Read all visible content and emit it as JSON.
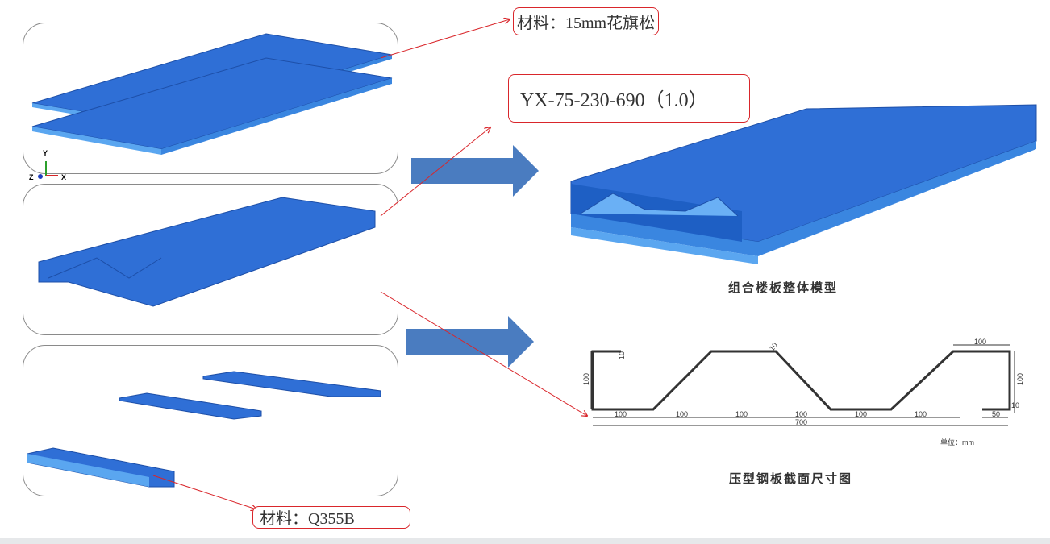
{
  "labels": {
    "wood_material": "材料：15mm花旗松",
    "deck_spec": "YX-75-230-690（1.0）",
    "steel_material": "材料：Q355B"
  },
  "captions": {
    "model": "组合楼板整体模型",
    "section": "压型钢板截面尺寸图"
  },
  "axes": {
    "y": "Y",
    "z": "Z",
    "x": "X"
  },
  "section_drawing": {
    "dims_bottom": [
      "100",
      "100",
      "100",
      "100",
      "100",
      "100",
      "50"
    ],
    "total": "700",
    "top_right": "100",
    "left_height": "100",
    "right_height": "100",
    "lip_left": "10",
    "lip_right": "10",
    "thickness": "10",
    "unit": "单位：mm"
  },
  "colors": {
    "model_blue": "#2f6fd6",
    "arrow_blue": "#4a7cc0",
    "callout_red": "#d9262b"
  }
}
